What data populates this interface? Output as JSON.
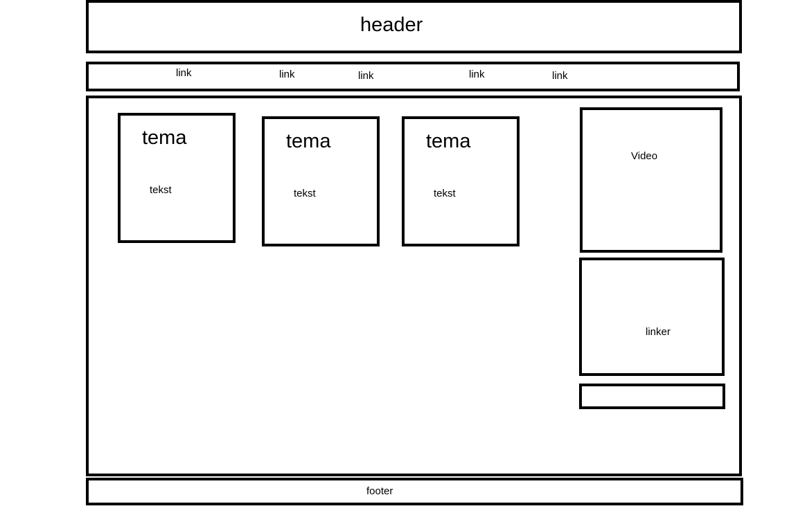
{
  "header": {
    "title": "header"
  },
  "nav": {
    "links": [
      {
        "label": "link"
      },
      {
        "label": "link"
      },
      {
        "label": "link"
      },
      {
        "label": "link"
      },
      {
        "label": "link"
      }
    ]
  },
  "main": {
    "cards": [
      {
        "title": "tema",
        "text": "tekst"
      },
      {
        "title": "tema",
        "text": "tekst"
      },
      {
        "title": "tema",
        "text": "tekst"
      }
    ]
  },
  "sidebar": {
    "video_label": "Video",
    "links_label": "linker"
  },
  "footer": {
    "label": "footer"
  }
}
